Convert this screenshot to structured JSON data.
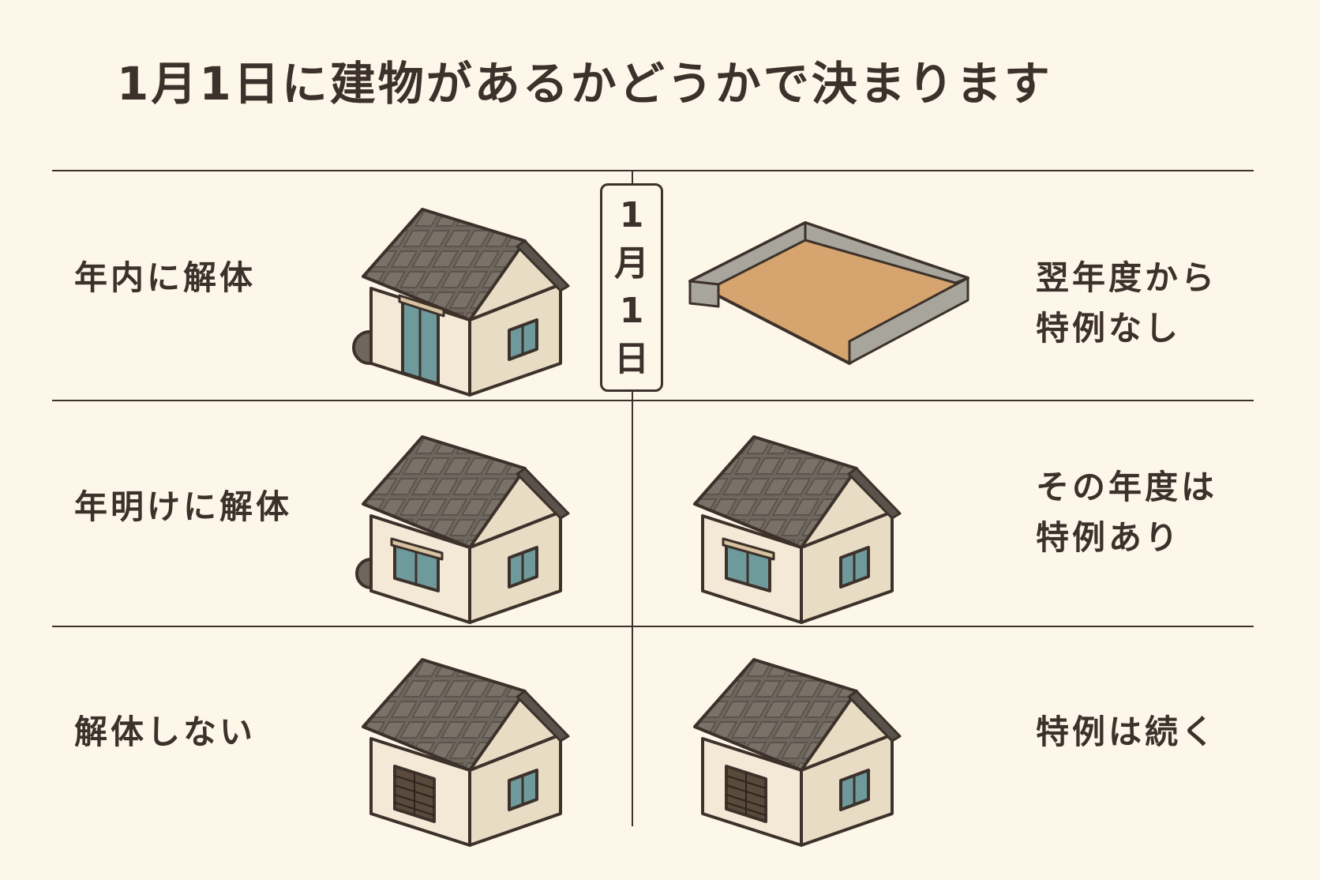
{
  "title": "1月1日に建物があるかどうかで決まります",
  "date_badge": [
    "1",
    "月",
    "1",
    "日"
  ],
  "rows": [
    {
      "action": "年内に解体",
      "result_lines": [
        "翌年度から",
        "特例なし"
      ]
    },
    {
      "action": "年明けに解体",
      "result_lines": [
        "その年度は",
        "特例あり"
      ]
    },
    {
      "action": "解体しない",
      "result_lines": [
        "特例は続く"
      ]
    }
  ],
  "colors": {
    "background": "#fdf7e9",
    "line": "#3d322b",
    "roof": "#6e675e",
    "wall": "#f4e9d6",
    "wall_side": "#e8dcc4",
    "window": "#6f9a9b",
    "shutter": "#5a4a3c",
    "lot_soil": "#d6a46e",
    "lot_wall": "#a8a59d"
  },
  "icons": [
    "house-icon",
    "vacant-lot-icon",
    "bush-icon"
  ]
}
